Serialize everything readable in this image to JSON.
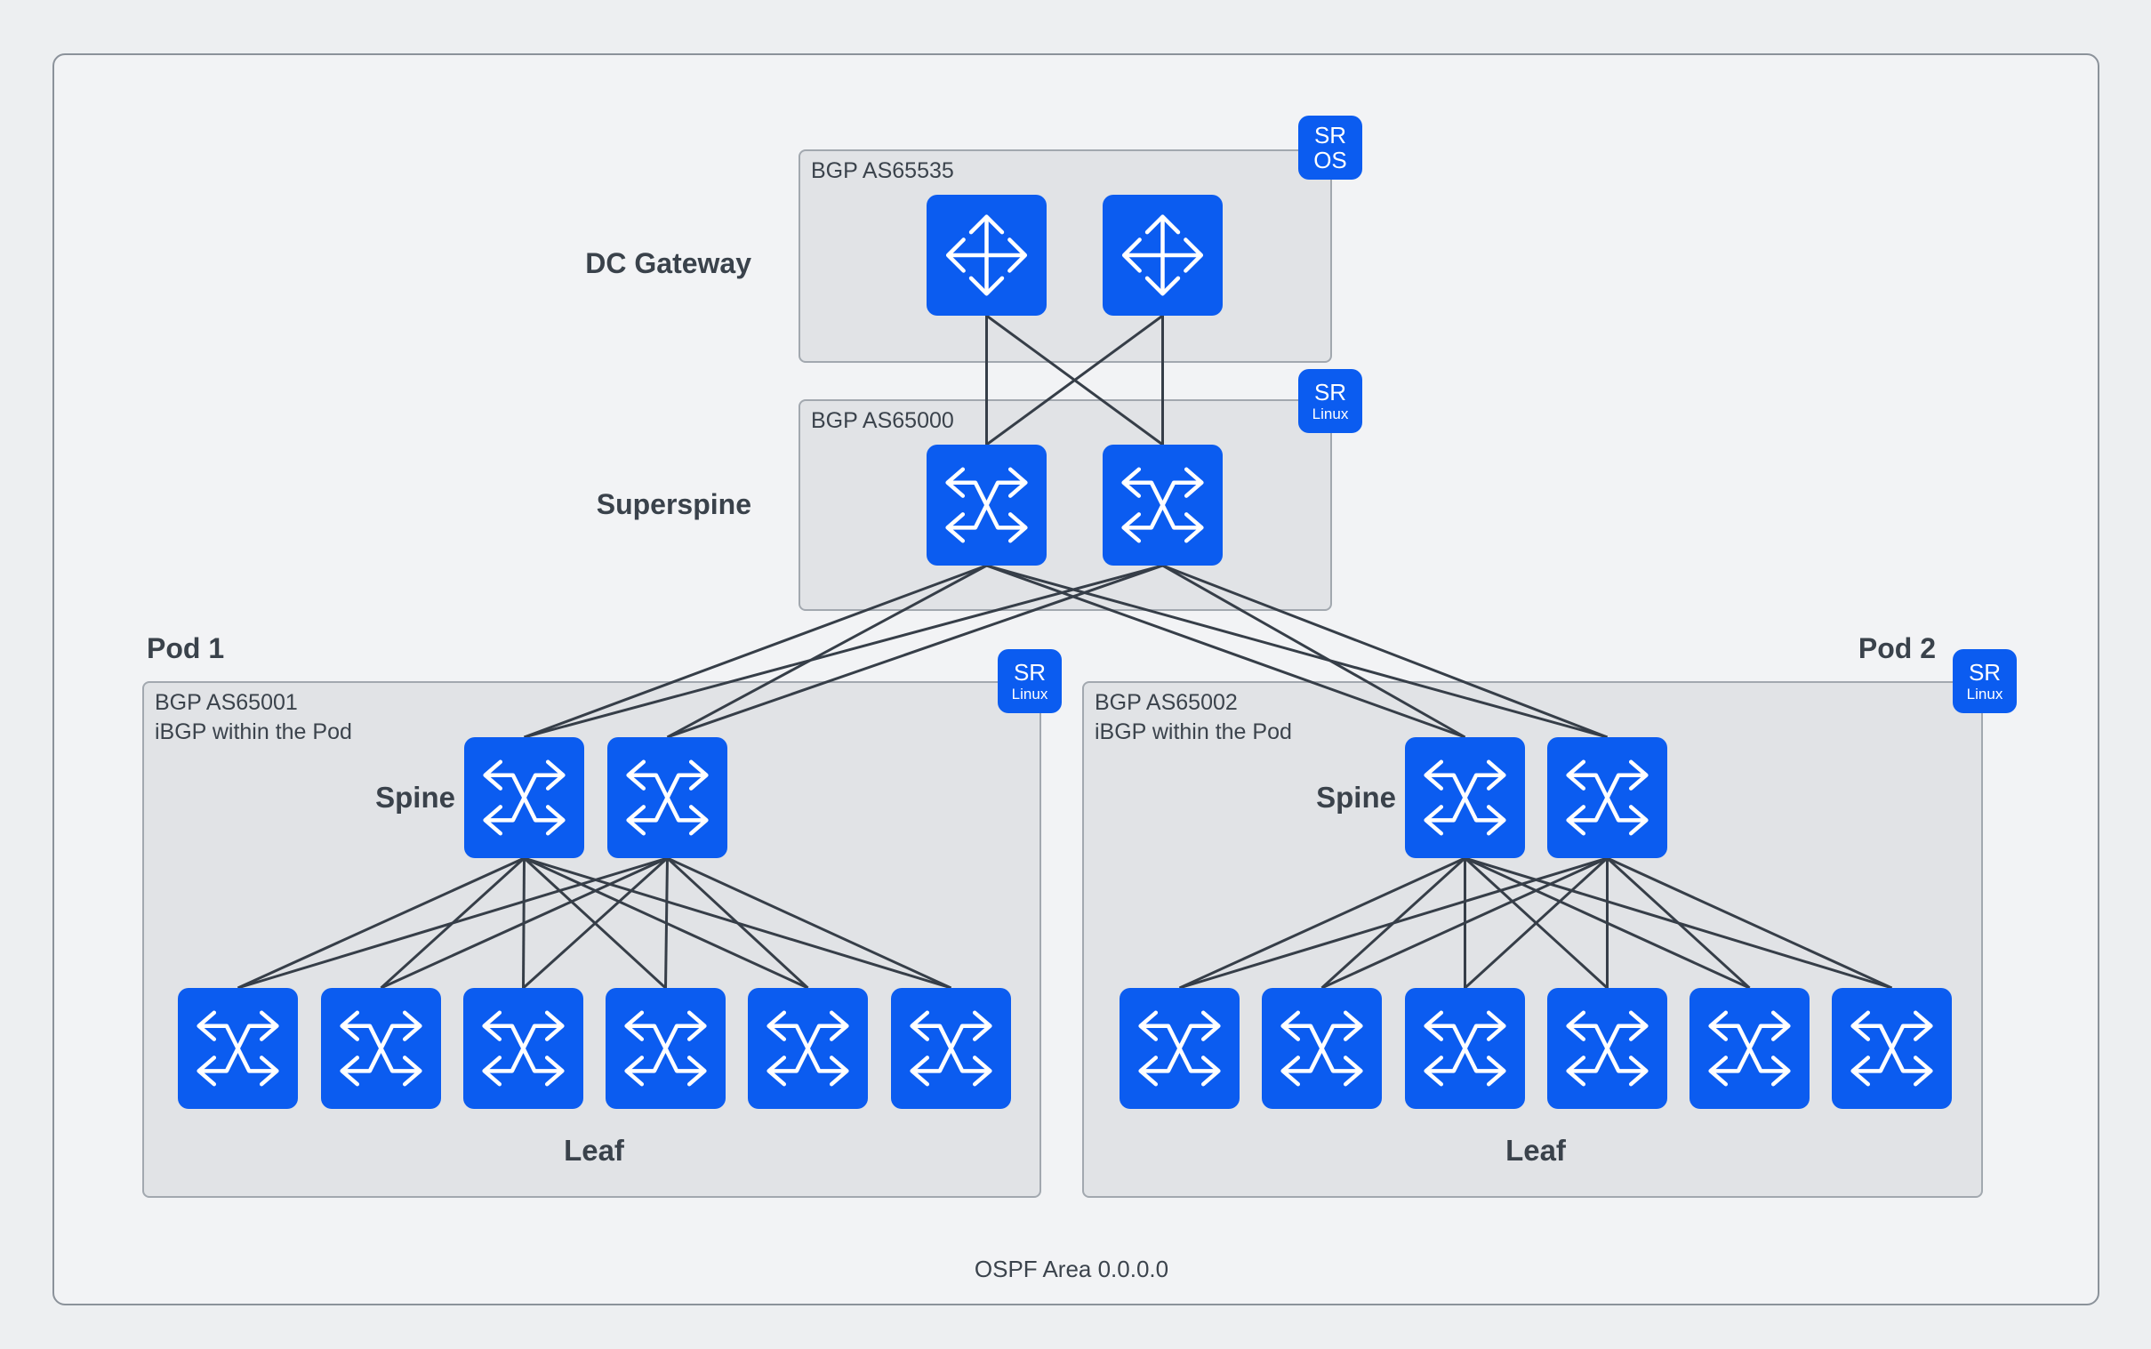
{
  "diagram": {
    "footer": "OSPF Area 0.0.0.0",
    "colors": {
      "node_fill": "#0b5cf0",
      "badge_fill": "#0b5cf0",
      "edge": "#363e48",
      "group_fill": "#e1e3e6",
      "group_border": "#a2a8af",
      "container_fill": "#f2f3f5",
      "container_border": "#8b929a",
      "page_background": "#edeff1",
      "text": "#3a424b",
      "icon_stroke": "#ffffff"
    },
    "tiers": {
      "dc_gateway": {
        "title": "DC Gateway",
        "group_label": "BGP AS65535",
        "badge": [
          "SR",
          "OS"
        ]
      },
      "superspine": {
        "title": "Superspine",
        "group_label": "BGP AS65000",
        "badge": [
          "SR",
          "Linux"
        ]
      },
      "pod1": {
        "title": "Pod 1",
        "group_label": "BGP AS65001",
        "group_sublabel": "iBGP within the Pod",
        "spine_label": "Spine",
        "leaf_label": "Leaf",
        "badge": [
          "SR",
          "Linux"
        ]
      },
      "pod2": {
        "title": "Pod 2",
        "group_label": "BGP AS65002",
        "group_sublabel": "iBGP within the Pod",
        "spine_label": "Spine",
        "leaf_label": "Leaf",
        "badge": [
          "SR",
          "Linux"
        ]
      }
    },
    "nodes": [
      {
        "id": "dcgw1",
        "type": "router",
        "role": "dc-gateway",
        "tier": "dc_gateway"
      },
      {
        "id": "dcgw2",
        "type": "router",
        "role": "dc-gateway",
        "tier": "dc_gateway"
      },
      {
        "id": "ss1",
        "type": "switch",
        "role": "superspine",
        "tier": "superspine"
      },
      {
        "id": "ss2",
        "type": "switch",
        "role": "superspine",
        "tier": "superspine"
      },
      {
        "id": "s11",
        "type": "switch",
        "role": "spine",
        "tier": "pod1"
      },
      {
        "id": "s12",
        "type": "switch",
        "role": "spine",
        "tier": "pod1"
      },
      {
        "id": "l11",
        "type": "switch",
        "role": "leaf",
        "tier": "pod1"
      },
      {
        "id": "l12",
        "type": "switch",
        "role": "leaf",
        "tier": "pod1"
      },
      {
        "id": "l13",
        "type": "switch",
        "role": "leaf",
        "tier": "pod1"
      },
      {
        "id": "l14",
        "type": "switch",
        "role": "leaf",
        "tier": "pod1"
      },
      {
        "id": "l15",
        "type": "switch",
        "role": "leaf",
        "tier": "pod1"
      },
      {
        "id": "l16",
        "type": "switch",
        "role": "leaf",
        "tier": "pod1"
      },
      {
        "id": "s21",
        "type": "switch",
        "role": "spine",
        "tier": "pod2"
      },
      {
        "id": "s22",
        "type": "switch",
        "role": "spine",
        "tier": "pod2"
      },
      {
        "id": "l21",
        "type": "switch",
        "role": "leaf",
        "tier": "pod2"
      },
      {
        "id": "l22",
        "type": "switch",
        "role": "leaf",
        "tier": "pod2"
      },
      {
        "id": "l23",
        "type": "switch",
        "role": "leaf",
        "tier": "pod2"
      },
      {
        "id": "l24",
        "type": "switch",
        "role": "leaf",
        "tier": "pod2"
      },
      {
        "id": "l25",
        "type": "switch",
        "role": "leaf",
        "tier": "pod2"
      },
      {
        "id": "l26",
        "type": "switch",
        "role": "leaf",
        "tier": "pod2"
      }
    ],
    "edges": [
      [
        "dcgw1",
        "ss1"
      ],
      [
        "dcgw1",
        "ss2"
      ],
      [
        "dcgw2",
        "ss1"
      ],
      [
        "dcgw2",
        "ss2"
      ],
      [
        "ss1",
        "s11"
      ],
      [
        "ss1",
        "s12"
      ],
      [
        "ss1",
        "s21"
      ],
      [
        "ss1",
        "s22"
      ],
      [
        "ss2",
        "s11"
      ],
      [
        "ss2",
        "s12"
      ],
      [
        "ss2",
        "s21"
      ],
      [
        "ss2",
        "s22"
      ],
      [
        "s11",
        "l11"
      ],
      [
        "s11",
        "l12"
      ],
      [
        "s11",
        "l13"
      ],
      [
        "s11",
        "l14"
      ],
      [
        "s11",
        "l15"
      ],
      [
        "s11",
        "l16"
      ],
      [
        "s12",
        "l11"
      ],
      [
        "s12",
        "l12"
      ],
      [
        "s12",
        "l13"
      ],
      [
        "s12",
        "l14"
      ],
      [
        "s12",
        "l15"
      ],
      [
        "s12",
        "l16"
      ],
      [
        "s21",
        "l21"
      ],
      [
        "s21",
        "l22"
      ],
      [
        "s21",
        "l23"
      ],
      [
        "s21",
        "l24"
      ],
      [
        "s21",
        "l25"
      ],
      [
        "s21",
        "l26"
      ],
      [
        "s22",
        "l21"
      ],
      [
        "s22",
        "l22"
      ],
      [
        "s22",
        "l23"
      ],
      [
        "s22",
        "l24"
      ],
      [
        "s22",
        "l25"
      ],
      [
        "s22",
        "l26"
      ]
    ]
  }
}
